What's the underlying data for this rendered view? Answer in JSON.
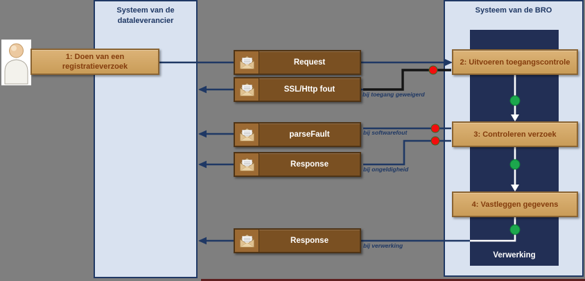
{
  "lanes": {
    "left": {
      "title": "Systeem van de dataleverancier"
    },
    "right": {
      "title": "Systeem van de BRO",
      "process_label": "Verwerking"
    }
  },
  "actor": {
    "icon": "person-icon"
  },
  "steps": {
    "step1": {
      "label": "1: Doen van een registratieverzoek"
    },
    "step2": {
      "label": "2: Uitvoeren toegangscontrole"
    },
    "step3": {
      "label": "3: Controleren verzoek"
    },
    "step4": {
      "label": "4: Vastleggen gegevens"
    }
  },
  "messages": {
    "request": {
      "label": "Request",
      "icon": "envelope-icon"
    },
    "ssl_http_fout": {
      "label": "SSL/Http fout",
      "icon": "envelope-icon",
      "condition": "bij toegang geweigerd"
    },
    "parse_fault": {
      "label": "parseFault",
      "icon": "envelope-icon",
      "condition": "bij softwarefout"
    },
    "response_ongeldig": {
      "label": "Response",
      "icon": "envelope-icon",
      "condition": "bij ongeldigheid"
    },
    "response_verwerking": {
      "label": "Response",
      "icon": "envelope-icon",
      "condition": "bij verwerking"
    }
  },
  "colors": {
    "background": "#7f7f7f",
    "lane_fill": "#d9e2f0",
    "lane_border": "#1f3864",
    "process_rect_fill": "#222f55",
    "step_fill": "#d1a466",
    "step_border": "#8a6433",
    "step_text": "#843c0c",
    "message_fill": "#7a5022",
    "message_border": "#4f3416",
    "connector": "#1f3864",
    "error_connector": "#141414",
    "success_dot": "#1ca74d",
    "error_dot": "#f20d0d"
  }
}
